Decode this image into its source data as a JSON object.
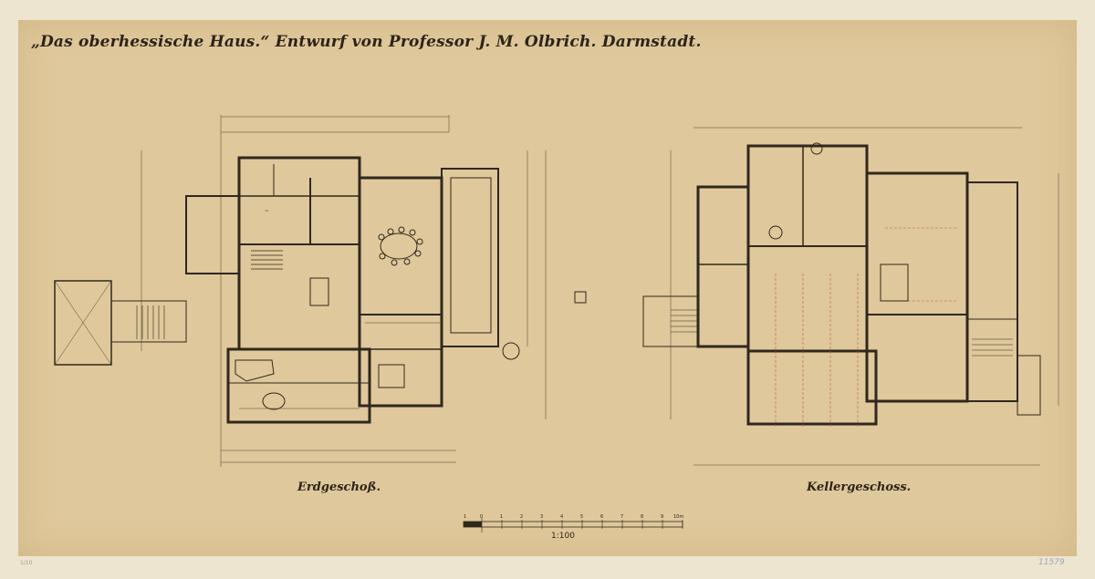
{
  "title": "„Das oberhessische Haus.“ Entwurf von Professor J. M. Olbrich. Darmstadt.",
  "plans": {
    "ground": {
      "caption": "Erdgeschoß."
    },
    "basement": {
      "caption": "Kellergeschoss."
    }
  },
  "scale": {
    "label": "1:100",
    "ticks": [
      "1",
      "0",
      "1",
      "2",
      "3",
      "4",
      "5",
      "6",
      "7",
      "8",
      "9",
      "10m"
    ]
  },
  "catalog_number": "11579",
  "margin_note": "1/10"
}
